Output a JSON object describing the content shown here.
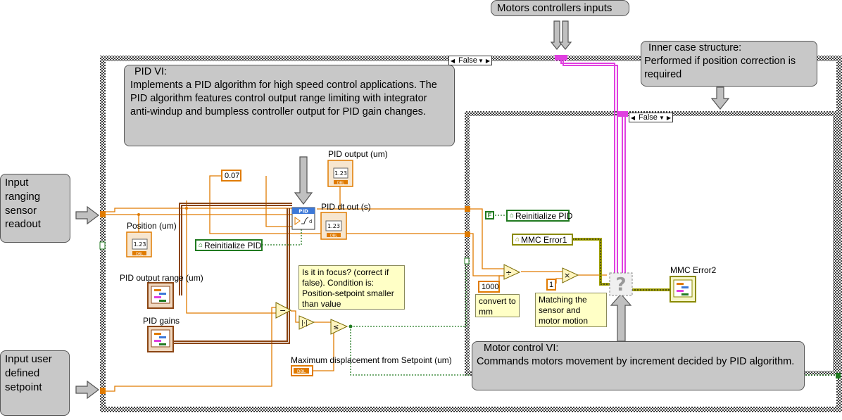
{
  "callouts": {
    "motors_inputs": "Motors controllers inputs",
    "pid_vi_title": "PID VI:",
    "pid_vi_body": "Implements a PID algorithm for high speed control applications. The PID algorithm features control output range limiting with integrator anti-windup and bumpless controller output for PID gain changes.",
    "inner_case_title": "Inner case structure:",
    "inner_case_body": "Performed if position correction is required",
    "input_ranging": "Input ranging sensor readout",
    "input_user": "Input user defined setpoint",
    "motor_vi_title": "Motor control VI:",
    "motor_vi_body": "Commands motors movement by increment decided by PID algorithm."
  },
  "selectors": {
    "outer": "False",
    "inner": "False"
  },
  "labels": {
    "pid_output": "PID output (um)",
    "pid_dt_out": "PID dt out (s)",
    "position": "Position (um)",
    "pid_output_range": "PID output range (um)",
    "pid_gains": "PID gains",
    "max_disp": "Maximum displacement from Setpoint (um)",
    "mmc_error2": "MMC Error2",
    "pid_block": "PID"
  },
  "indicators": {
    "numeric": "1.23",
    "type": "DBL"
  },
  "constants": {
    "dt": "0.07",
    "thousand": "1000",
    "one": "1"
  },
  "references": {
    "reinit_pid": "Reinitialize PID",
    "reinit_pid_local": "Reinitialize PID",
    "mmc_error1": "MMC Error1"
  },
  "false_const": "F",
  "notes": {
    "focus": "Is it in focus? (correct if false). Condition is: Position-setpoint smaller than value",
    "convert": "convert to mm",
    "matching": "Matching the sensor and motor motion"
  },
  "operators": {
    "subtract": "−",
    "abs": "|·|",
    "compare": "≤",
    "divide": "÷",
    "multiply": "×",
    "unknown": "?"
  },
  "colors": {
    "orange_wire": "#e07b00",
    "magenta_wire": "#e040e0",
    "green_wire": "#207a20",
    "brown_wire": "#8b4513",
    "callout_bg": "#c8c8c8"
  }
}
